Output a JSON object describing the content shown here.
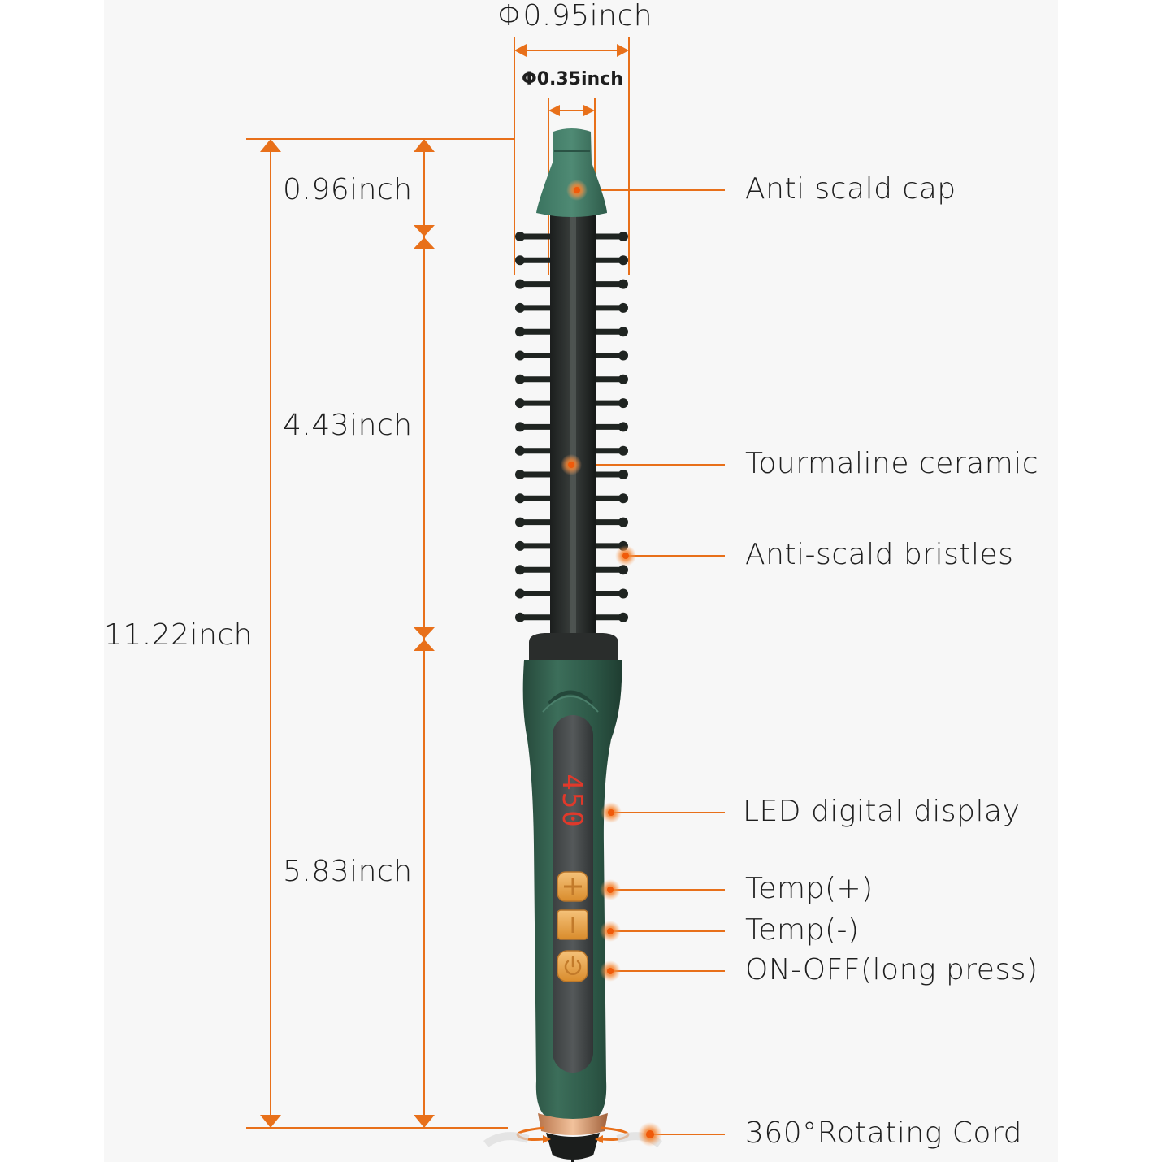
{
  "diameters": {
    "outer": "Φ0.95inch",
    "inner": "Φ0.35inch"
  },
  "lengths": {
    "total": "11.22inch",
    "cap": "0.96inch",
    "barrel": "4.43inch",
    "handle": "5.83inch"
  },
  "callouts": [
    {
      "label": "Anti scald cap"
    },
    {
      "label": "Tourmaline ceramic"
    },
    {
      "label": "Anti-scald bristles"
    },
    {
      "label": "LED digital display"
    },
    {
      "label": "Temp(+)"
    },
    {
      "label": "Temp(-)"
    },
    {
      "label": "ON-OFF(long press)"
    },
    {
      "label": "360°Rotating Cord"
    }
  ],
  "display": {
    "readout": "450"
  },
  "colors": {
    "accent": "#e8701a",
    "body_green": "#2f5c4a",
    "bristle": "#1f2421",
    "button_gold": "#e9a547",
    "led_red": "#e0392b"
  },
  "icons": {
    "plus": "plus-icon",
    "minus": "minus-icon",
    "power": "power-icon",
    "rotate": "rotate-arrows-icon"
  }
}
